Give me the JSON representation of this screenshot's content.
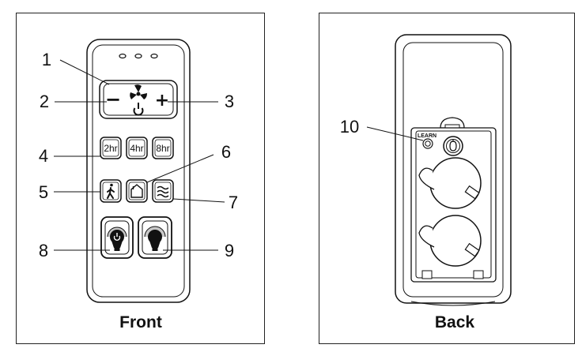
{
  "captions": {
    "front": "Front",
    "back": "Back"
  },
  "callouts": [
    "1",
    "2",
    "3",
    "4",
    "5",
    "6",
    "7",
    "8",
    "9",
    "10"
  ],
  "buttons": {
    "minus": "−",
    "plus": "+",
    "timer_2": "2hr",
    "timer_4": "4hr",
    "timer_8": "8hr",
    "learn": "LEARN"
  },
  "icons": {
    "fan_power": "fan-power-icon",
    "walk": "walking-person-icon",
    "home": "house-icon",
    "breeze": "breeze-waves-icon",
    "light_power": "bulb-power-icon",
    "light_dim": "bulb-dimmer-icon",
    "battery_slot": "coin-battery-icon"
  },
  "colors": {
    "line": "#111111",
    "panel": "#ffffff",
    "shade": "#cfcfcf"
  }
}
